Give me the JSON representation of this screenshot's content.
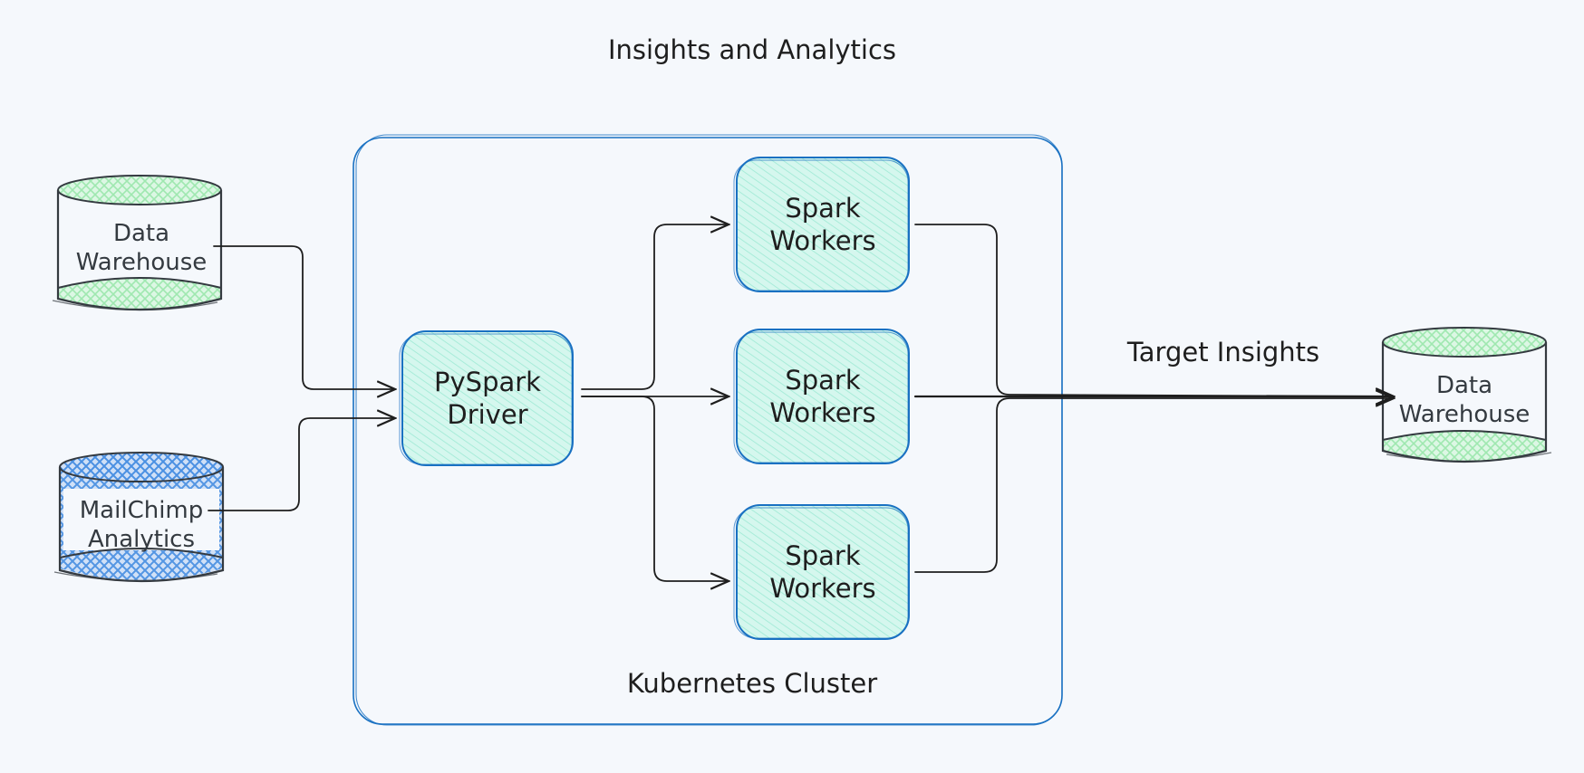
{
  "title": "Insights and Analytics",
  "cluster": {
    "label": "Kubernetes Cluster"
  },
  "nodes": {
    "driver": "PySpark Driver",
    "worker_1": "Spark Workers",
    "worker_2": "Spark Workers",
    "worker_3": "Spark Workers",
    "source_warehouse": "Data Warehouse",
    "source_mailchimp": "MailChimp Analytics",
    "target_warehouse": "Data Warehouse"
  },
  "edge_labels": {
    "target_insights": "Target Insights"
  },
  "colors": {
    "background": "#f5f8fc",
    "cluster_stroke": "#1971c2",
    "node_fill": "#c3fae8",
    "node_stroke": "#1971c2",
    "warehouse_fill": "#b2f2bb",
    "mailchimp_fill": "#4a90e2",
    "arrow": "#1e1e1e",
    "cylinder_stroke": "#343a40"
  }
}
